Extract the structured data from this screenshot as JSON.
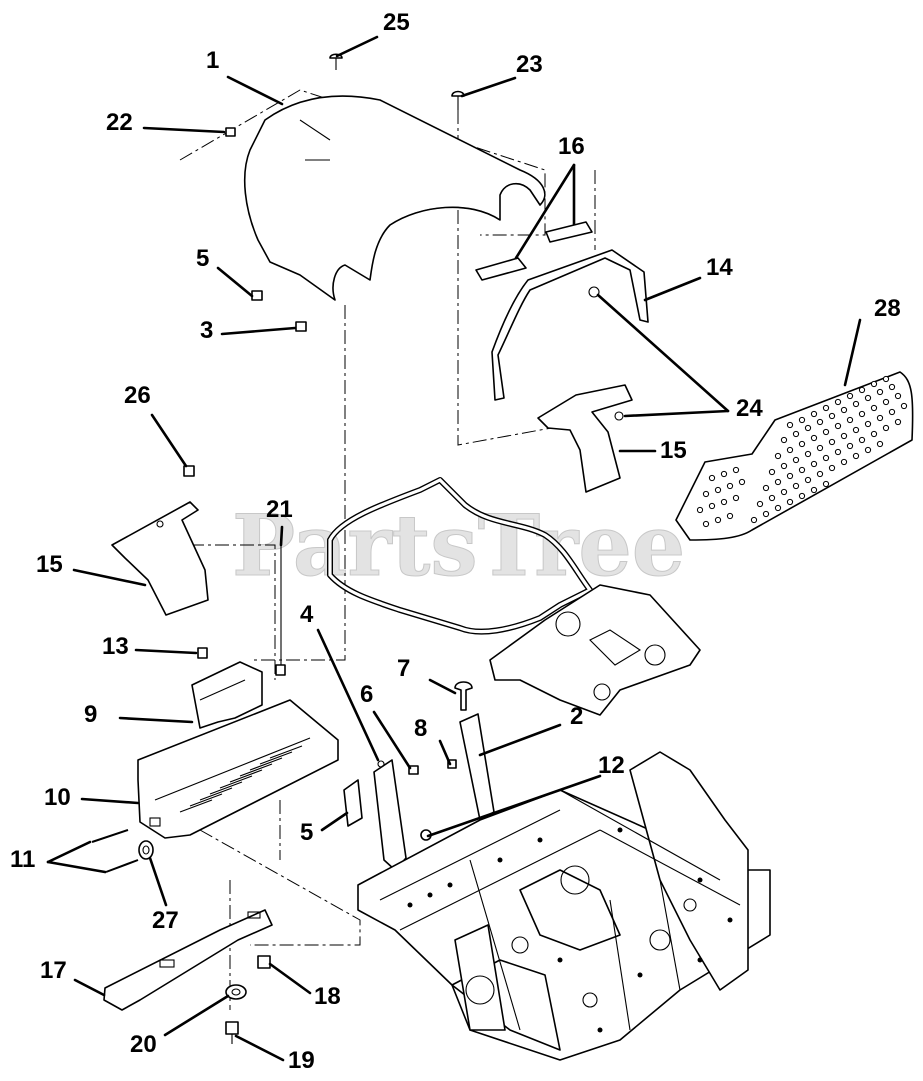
{
  "watermark": "PartsTree",
  "callouts": [
    {
      "id": "c1",
      "label": "1"
    },
    {
      "id": "c2",
      "label": "2"
    },
    {
      "id": "c3",
      "label": "3"
    },
    {
      "id": "c4",
      "label": "4"
    },
    {
      "id": "c5a",
      "label": "5"
    },
    {
      "id": "c5b",
      "label": "5"
    },
    {
      "id": "c6",
      "label": "6"
    },
    {
      "id": "c7",
      "label": "7"
    },
    {
      "id": "c8",
      "label": "8"
    },
    {
      "id": "c9",
      "label": "9"
    },
    {
      "id": "c10",
      "label": "10"
    },
    {
      "id": "c11",
      "label": "11"
    },
    {
      "id": "c12",
      "label": "12"
    },
    {
      "id": "c13",
      "label": "13"
    },
    {
      "id": "c14",
      "label": "14"
    },
    {
      "id": "c15a",
      "label": "15"
    },
    {
      "id": "c15b",
      "label": "15"
    },
    {
      "id": "c16",
      "label": "16"
    },
    {
      "id": "c17",
      "label": "17"
    },
    {
      "id": "c18",
      "label": "18"
    },
    {
      "id": "c19",
      "label": "19"
    },
    {
      "id": "c20",
      "label": "20"
    },
    {
      "id": "c21",
      "label": "21"
    },
    {
      "id": "c22",
      "label": "22"
    },
    {
      "id": "c23",
      "label": "23"
    },
    {
      "id": "c24",
      "label": "24"
    },
    {
      "id": "c25",
      "label": "25"
    },
    {
      "id": "c26",
      "label": "26"
    },
    {
      "id": "c27",
      "label": "27"
    },
    {
      "id": "c28",
      "label": "28"
    }
  ]
}
